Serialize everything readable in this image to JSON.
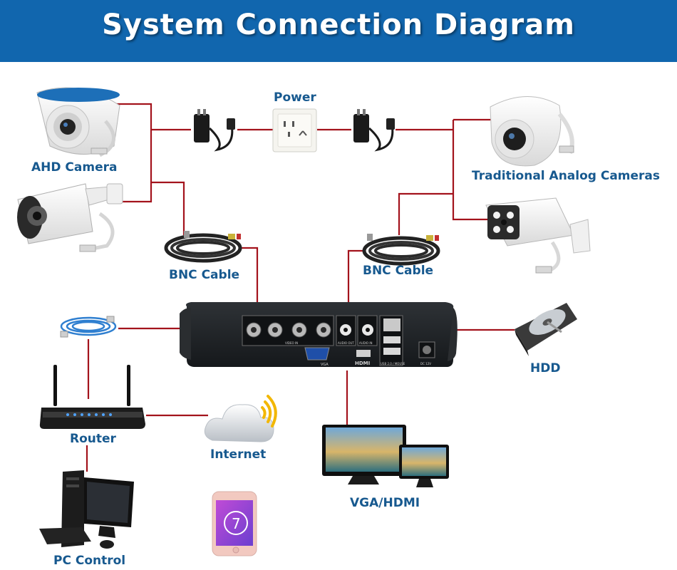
{
  "title": "System Connection Diagram",
  "labels": {
    "power": "Power",
    "ahd_camera": "AHD Camera",
    "analog_cameras": "Traditional Analog Cameras",
    "bnc_left": "BNC Cable",
    "bnc_right": "BNC Cable",
    "hdd": "HDD",
    "router": "Router",
    "internet": "Internet",
    "vga_hdmi": "VGA/HDMI",
    "pc_control": "PC Control"
  },
  "dvr_panel": {
    "video_in": "VIDEO IN",
    "audio_out": "AUDIO OUT",
    "audio_in": "AUDIO IN",
    "vga": "VGA",
    "hdmi": "HDMI",
    "usb": "USB 2.0 / MOUSE",
    "dc": "DC 12V"
  },
  "colors": {
    "header": "#1166ae",
    "label": "#17598f",
    "line": "#a3131c"
  }
}
